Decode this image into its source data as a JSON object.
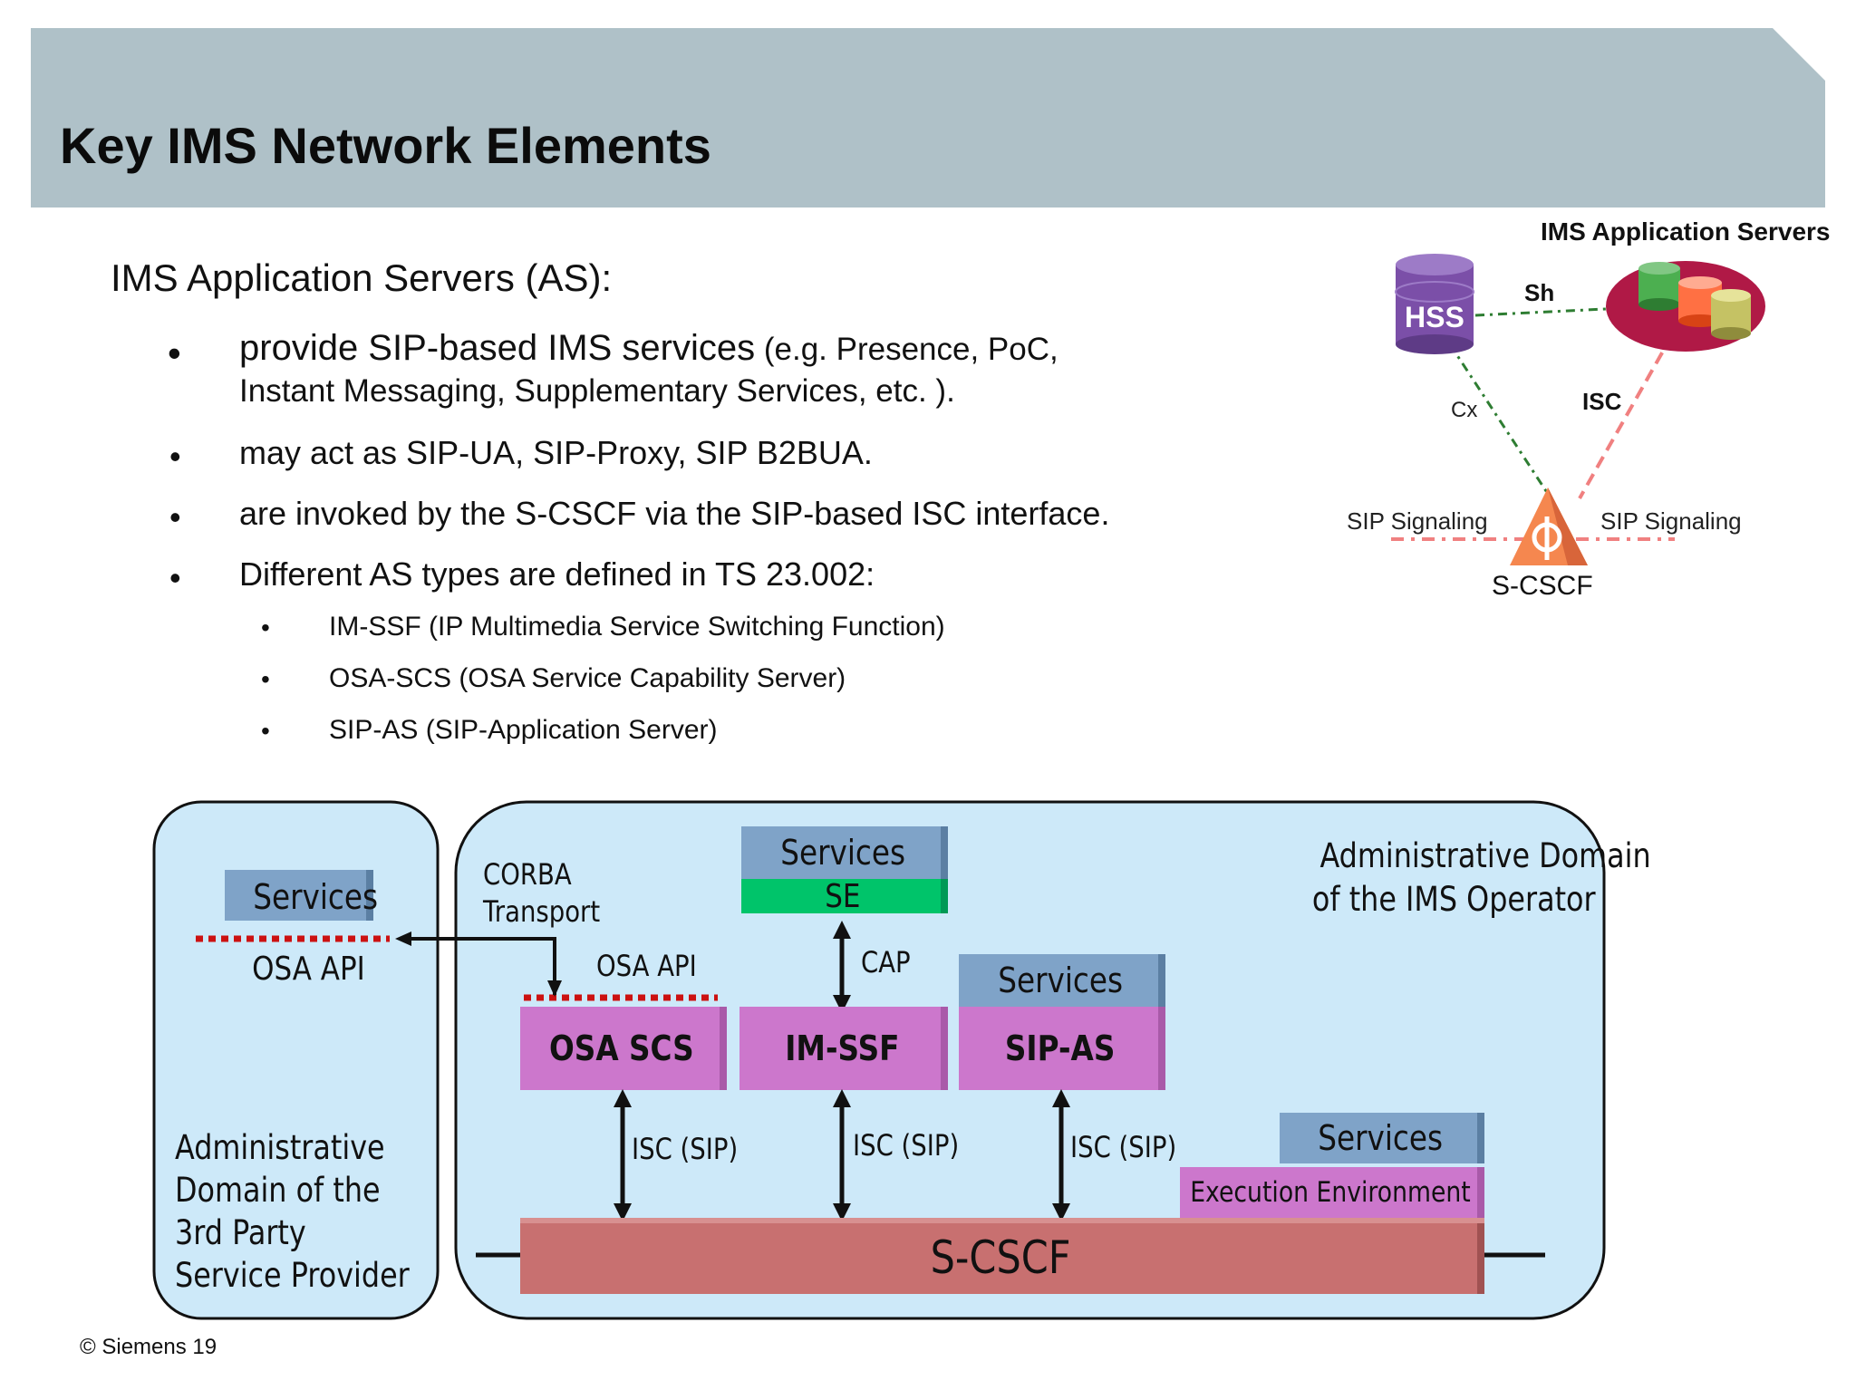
{
  "header": {
    "title": "Key IMS Network Elements"
  },
  "content": {
    "heading": "IMS Application Servers (AS):",
    "bullets": [
      {
        "main": "provide SIP-based IMS services",
        "detail_1": " (e.g. Presence, PoC,",
        "detail_2": "Instant Messaging, Supplementary Services, etc. )."
      },
      {
        "main": "may act as SIP-UA, SIP-Proxy, SIP B2BUA."
      },
      {
        "main": "are invoked by the S-CSCF via the SIP-based ISC interface."
      },
      {
        "main": "Different AS types are defined in TS 23.002:"
      }
    ],
    "sub_bullets": [
      "IM-SSF (IP Multimedia Service Switching Function)",
      "OSA-SCS (OSA Service Capability Server)",
      "SIP-AS (SIP-Application Server)"
    ],
    "bullet_glyph": "•"
  },
  "mini_diagram": {
    "title": "IMS Application Servers",
    "hss_label": "HSS",
    "sh_label": "Sh",
    "cx_label": "Cx",
    "isc_label": "ISC",
    "sip_left": "SIP Signaling",
    "sip_right": "SIP Signaling",
    "scscf_label": "S-CSCF",
    "colors": {
      "hss": "#7b4fa8",
      "as_ring": "#b01946",
      "scscf": "#f5874f",
      "sh_line": "#2e7d32",
      "isc_line": "#f08080"
    }
  },
  "architecture": {
    "third_party": {
      "services": "Services",
      "osa_api": "OSA API",
      "domain_lines": [
        "Administrative",
        "Domain of the",
        "3rd Party",
        "Service Provider"
      ]
    },
    "operator": {
      "domain_lines": [
        "Administrative Domain",
        "of the IMS Operator"
      ],
      "corba_lines": [
        "CORBA",
        "Transport"
      ],
      "osa_api": "OSA API",
      "cap": "CAP",
      "se_services": "Services",
      "se_label": "SE",
      "sipas_services": "Services",
      "osa_scs": "OSA SCS",
      "im_ssf": "IM-SSF",
      "sip_as": "SIP-AS",
      "isc_labels": [
        "ISC (SIP)",
        "ISC (SIP)",
        "ISC (SIP)"
      ],
      "exec_services": "Services",
      "exec_env": "Execution Environment",
      "scscf": "S-CSCF"
    },
    "colors": {
      "domain_fill": "#cde9f9",
      "services_box": "#7fa3c8",
      "as_box": "#cc77cc",
      "se_box": "#00c46a",
      "scscf_box": "#c87070",
      "osa_api_dots": "#cc1111"
    }
  },
  "footer": {
    "copyright": "© Siemens 19"
  }
}
